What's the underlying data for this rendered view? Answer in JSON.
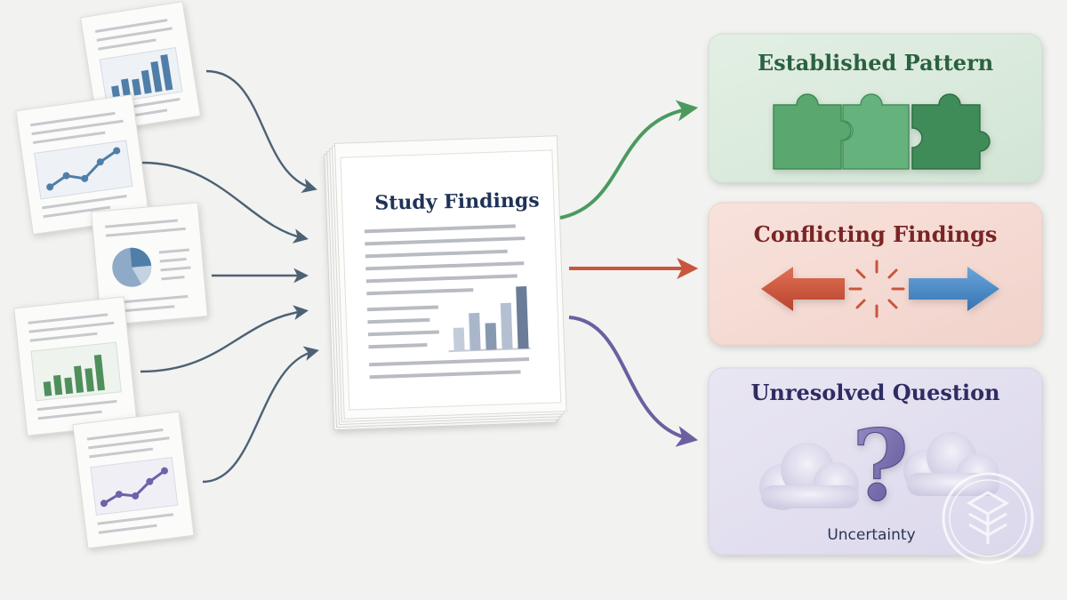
{
  "center_document": {
    "title": "Study Findings"
  },
  "outcomes": [
    {
      "title": "Established Pattern",
      "color": "#2b6140",
      "icon": "puzzle-pieces-icon"
    },
    {
      "title": "Conflicting Findings",
      "color": "#7a2424",
      "icon": "opposing-arrows-icon"
    },
    {
      "title": "Unresolved Question",
      "color": "#2f2c63",
      "icon": "question-cloud-icon",
      "caption": "Uncertainty"
    }
  ],
  "source_documents": [
    {
      "chart": "bar",
      "color": "#4f7fa8"
    },
    {
      "chart": "line",
      "color": "#4f7fa8"
    },
    {
      "chart": "pie",
      "color": "#4f7fa8"
    },
    {
      "chart": "bar",
      "color": "#4f8f5c"
    },
    {
      "chart": "line",
      "color": "#6c63a8"
    }
  ],
  "colors": {
    "green": "#4a9a5e",
    "red": "#c9553d",
    "blue": "#3f82c0",
    "purple": "#6c5fa0",
    "slate": "#4d6175"
  }
}
